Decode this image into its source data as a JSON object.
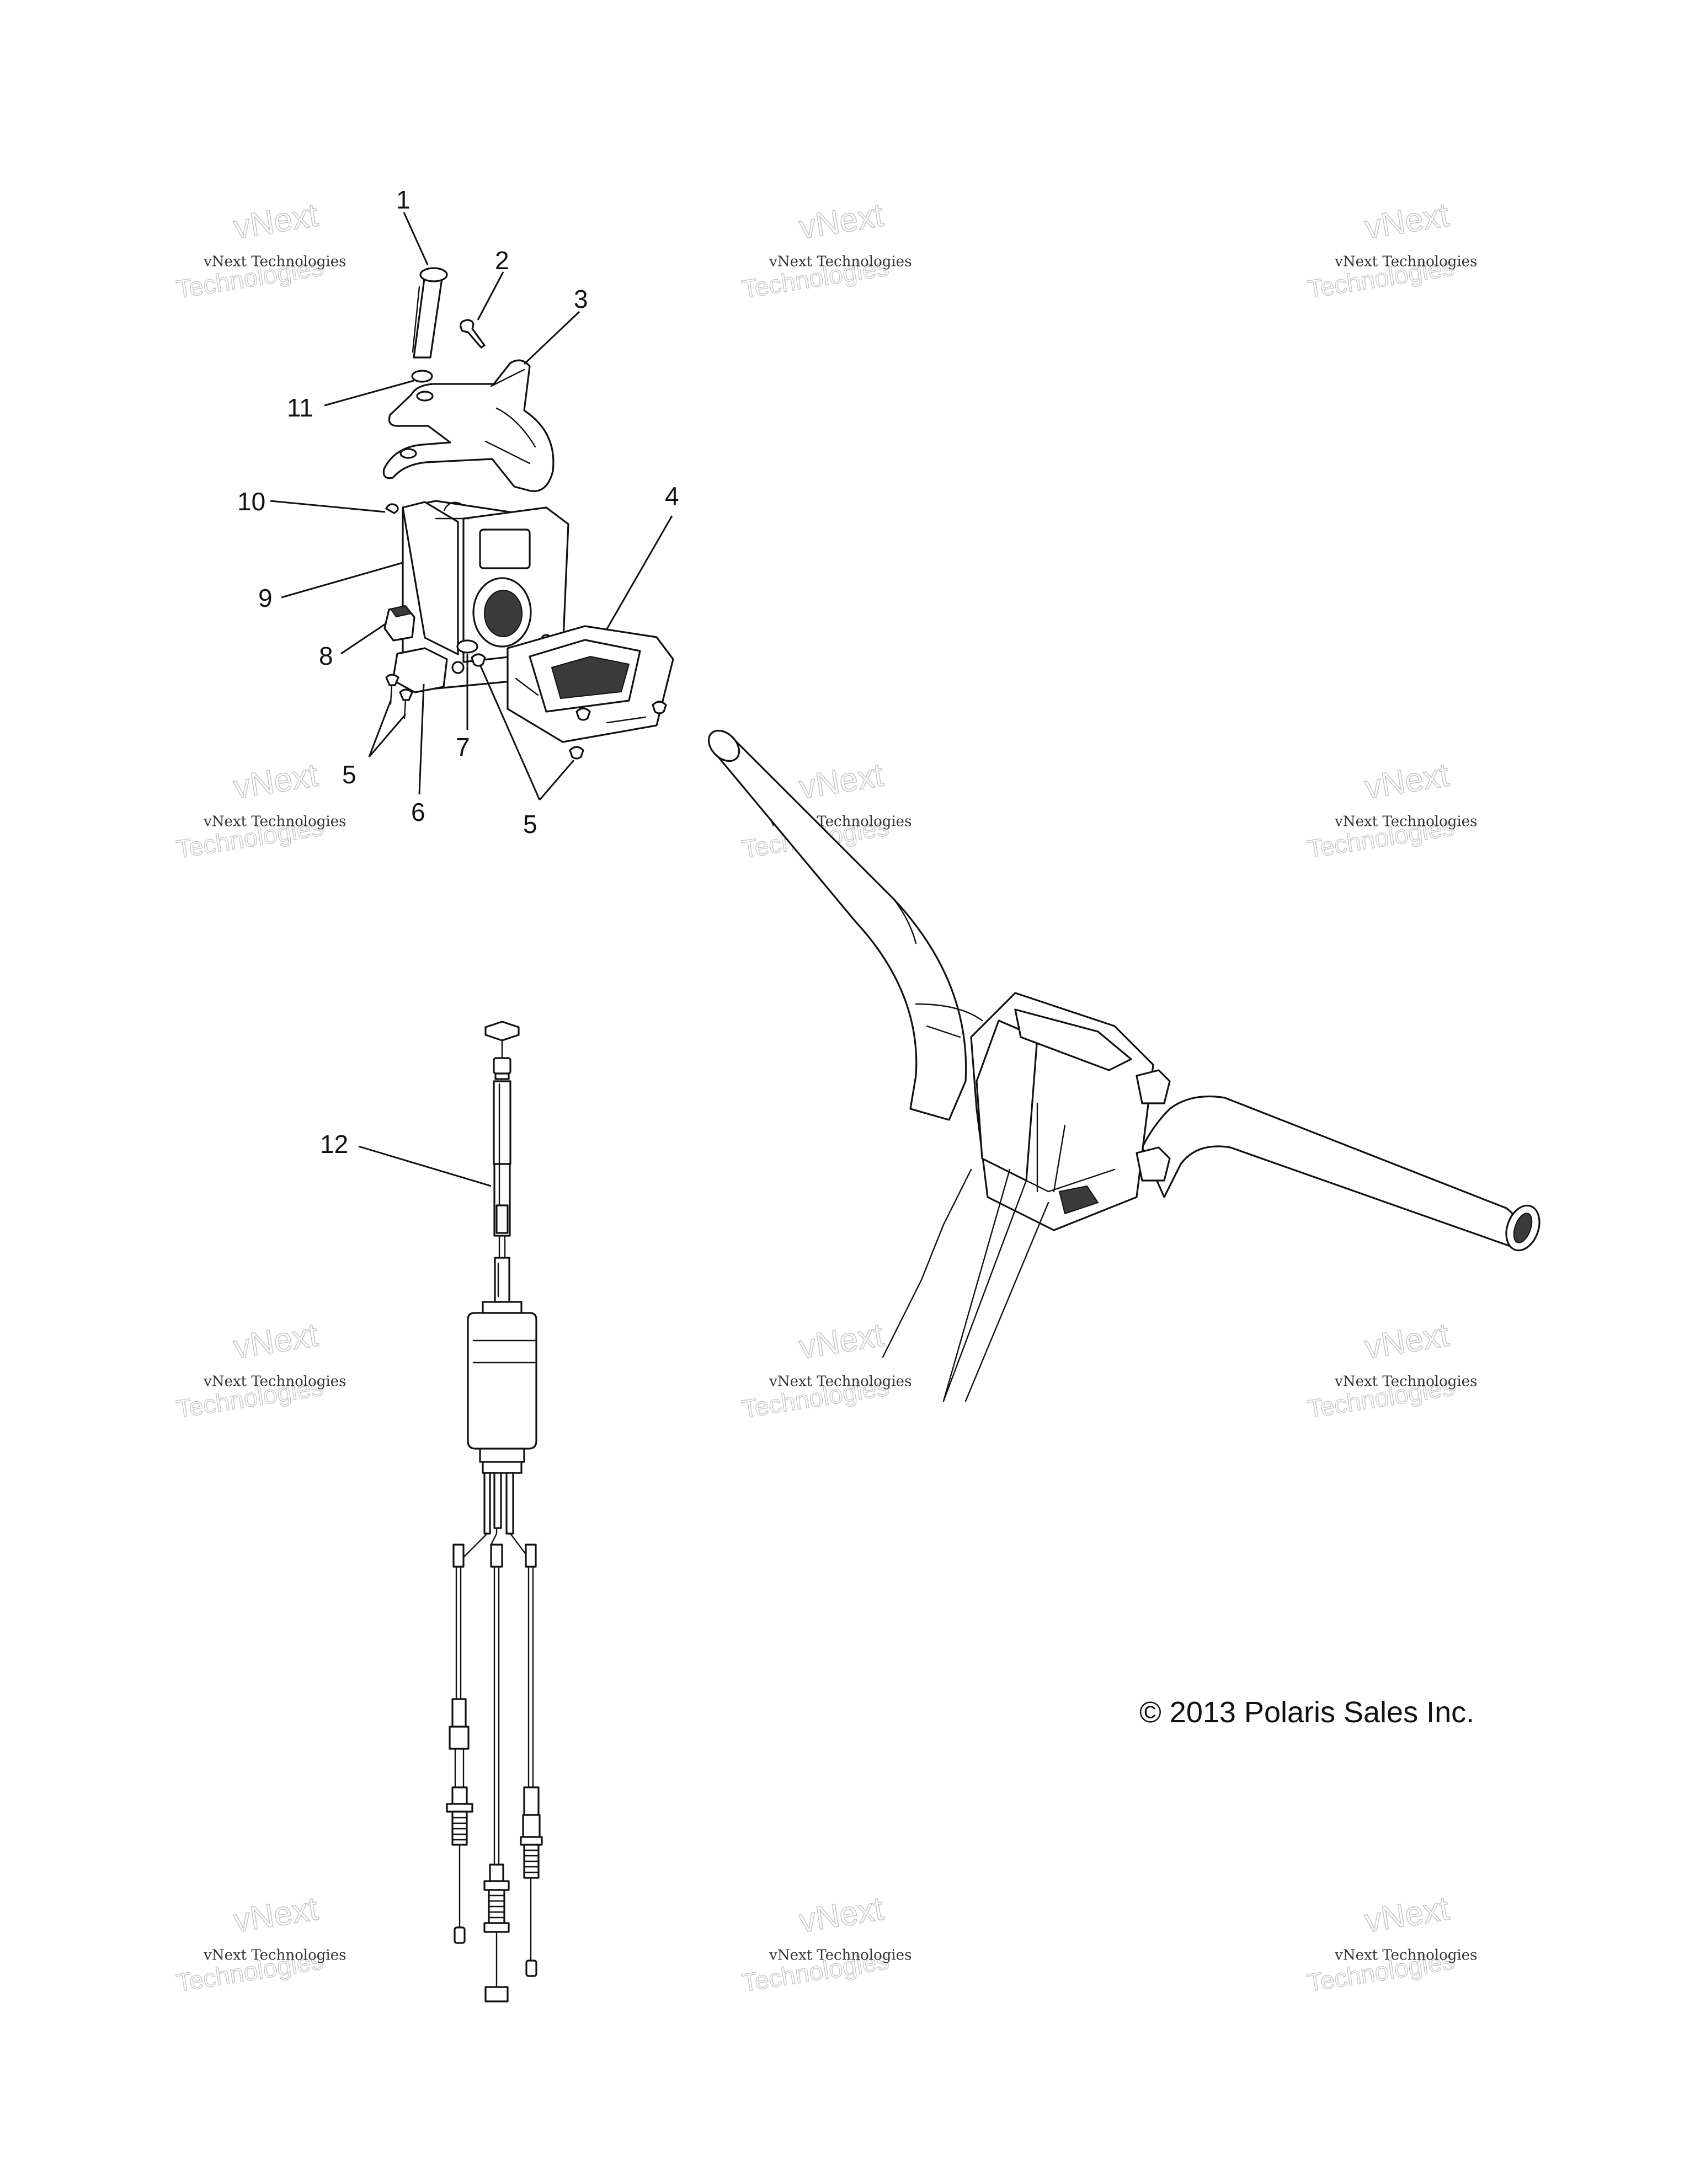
{
  "callouts": [
    {
      "id": "c1",
      "label": "1"
    },
    {
      "id": "c2",
      "label": "2"
    },
    {
      "id": "c3",
      "label": "3"
    },
    {
      "id": "c4",
      "label": "4"
    },
    {
      "id": "c5a",
      "label": "5"
    },
    {
      "id": "c5b",
      "label": "5"
    },
    {
      "id": "c6",
      "label": "6"
    },
    {
      "id": "c7",
      "label": "7"
    },
    {
      "id": "c8",
      "label": "8"
    },
    {
      "id": "c9",
      "label": "9"
    },
    {
      "id": "c10",
      "label": "10"
    },
    {
      "id": "c11",
      "label": "11"
    },
    {
      "id": "c12",
      "label": "12"
    }
  ],
  "copyright": "© 2013 Polaris Sales Inc.",
  "watermark": {
    "line1": "vNext Technologies",
    "line2": "vNext",
    "line3": "Technologies"
  }
}
